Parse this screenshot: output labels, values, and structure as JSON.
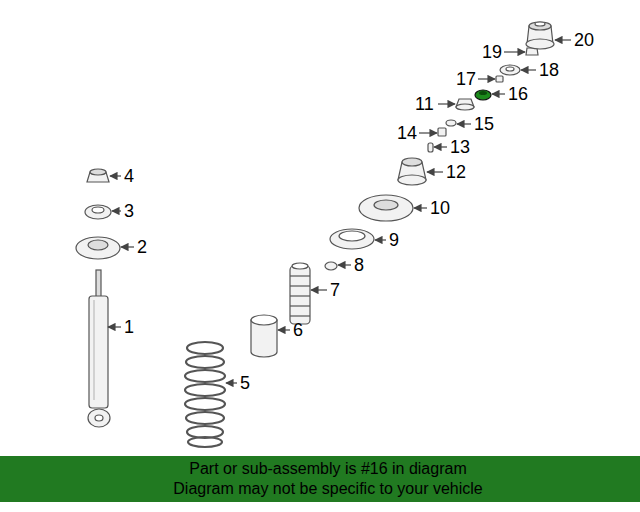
{
  "diagram": {
    "nodes": [
      {
        "text": [
          "Part or sub-assembly is #16 in diagram",
          "Diagram may not be specific to your vehicle"
        ]
      }
    ],
    "labels": [
      "1",
      "2",
      "3",
      "4",
      "5",
      "6",
      "7",
      "8",
      "9",
      "10",
      "11",
      "12",
      "13",
      "14",
      "15",
      "16",
      "17",
      "18",
      "19",
      "20"
    ]
  }
}
